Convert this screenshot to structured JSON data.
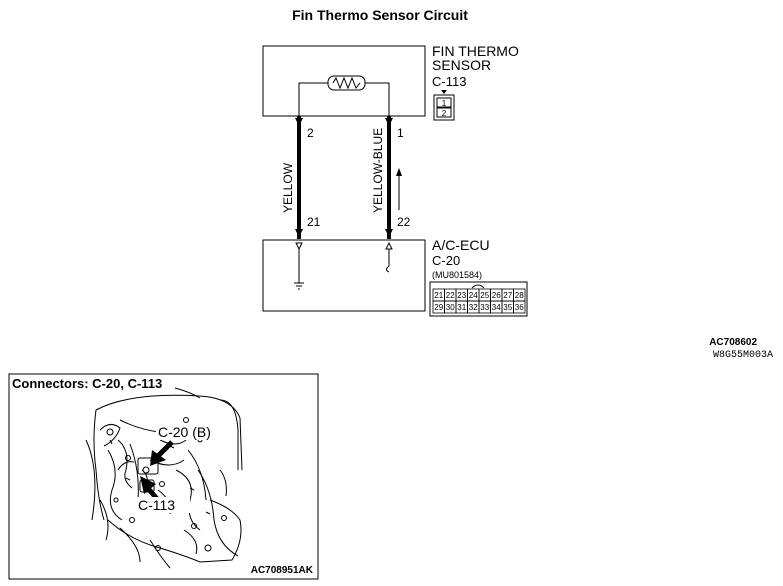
{
  "title": "Fin Thermo Sensor Circuit",
  "sensor": {
    "name_line1": "FIN THERMO",
    "name_line2": "SENSOR",
    "connector": "C-113",
    "pins": [
      "1",
      "2"
    ]
  },
  "wires": [
    {
      "color_label": "YELLOW",
      "top_pin": "2",
      "bottom_pin": "21"
    },
    {
      "color_label": "YELLOW-BLUE",
      "top_pin": "1",
      "bottom_pin": "22"
    }
  ],
  "ecu": {
    "name": "A/C-ECU",
    "connector": "C-20",
    "part_number": "(MU801584)",
    "pins_row1": [
      "21",
      "22",
      "23",
      "24",
      "25",
      "26",
      "27",
      "28"
    ],
    "pins_row2": [
      "29",
      "30",
      "31",
      "32",
      "33",
      "34",
      "35",
      "36"
    ]
  },
  "figure_ids": {
    "code1": "AC708602",
    "code2": "W8G55M003A"
  },
  "inset": {
    "title": "Connectors: C-20, C-113",
    "callout_c20": "C-20 (B)",
    "callout_c113": "C-113",
    "figure_id": "AC708951AK"
  }
}
